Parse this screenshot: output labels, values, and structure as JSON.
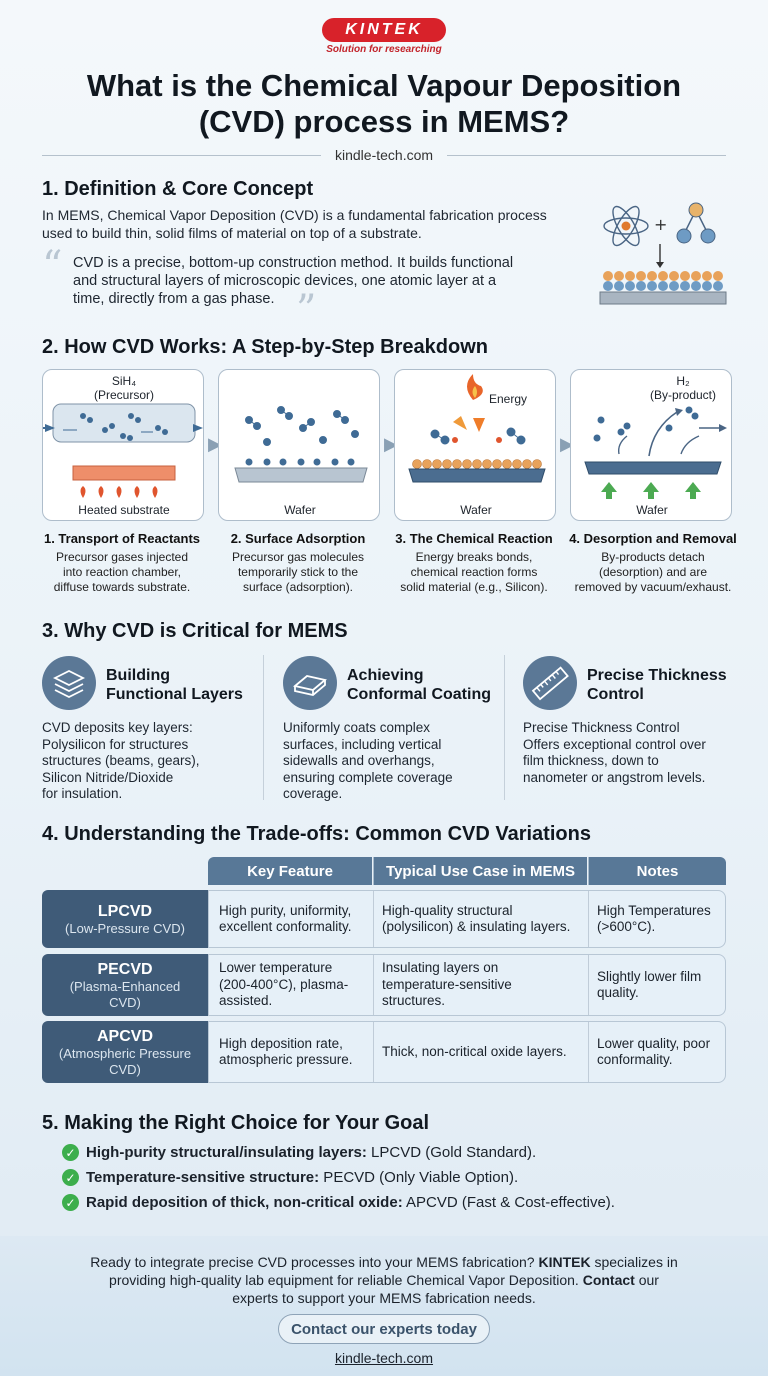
{
  "header": {
    "logo": "KINTEK",
    "tagline": "Solution for researching",
    "title_line1": "What is the Chemical Vapour Deposition",
    "title_line2": "(CVD) process in MEMS?",
    "site": "kindle-tech.com"
  },
  "section1": {
    "heading": "1. Definition & Core Concept",
    "intro_line1": "In MEMS, Chemical Vapor Deposition (CVD) is a fundamental fabrication process",
    "intro_line2": "used to build thin, solid films of material on top of a substrate.",
    "quote_line1": "CVD is a precise, bottom-up construction method. It builds functional",
    "quote_line2": "and structural layers of microscopic devices, one atomic layer at a",
    "quote_line3": "time, directly from a gas phase."
  },
  "section2": {
    "heading": "2. How CVD Works: A Step-by-Step Breakdown",
    "card1": {
      "label_gas": "SiH₄",
      "label_precursor": "(Precursor)",
      "label_bottom": "Heated substrate"
    },
    "card2": {
      "label_bottom": "Wafer"
    },
    "card3": {
      "label_energy": "Energy",
      "label_bottom": "Wafer"
    },
    "card4": {
      "label_gas": "H₂",
      "label_byproduct": "(By-product)",
      "label_bottom": "Wafer"
    },
    "steps": [
      {
        "title": "1. Transport of Reactants",
        "line1": "Precursor gases injected",
        "line2": "into reaction chamber,",
        "line3": "diffuse towards substrate."
      },
      {
        "title": "2. Surface Adsorption",
        "line1": "Precursor gas molecules",
        "line2": "temporarily stick to the",
        "line3": "surface (adsorption)."
      },
      {
        "title": "3. The Chemical Reaction",
        "line1": "Energy breaks bonds,",
        "line2": "chemical reaction forms",
        "line3": "solid material (e.g., Silicon)."
      },
      {
        "title": "4. Desorption and Removal",
        "line1": "By-products detach",
        "line2": "(desorption) and are",
        "line3": "removed by vacuum/exhaust."
      }
    ]
  },
  "section3": {
    "heading": "3. Why CVD is Critical for MEMS",
    "features": [
      {
        "icon": "layers-icon",
        "title1": "Building",
        "title2": "Functional Layers",
        "d1": "CVD deposits key layers:",
        "d2": "Polysilicon for structures",
        "d3": "structures (beams, gears),",
        "d4": "Silicon Nitride/Dioxide",
        "d5": "for insulation."
      },
      {
        "icon": "coating-icon",
        "title1": "Achieving",
        "title2": "Conformal Coating",
        "d1": "Uniformly coats complex",
        "d2": "surfaces, including vertical",
        "d3": "sidewalls and overhangs,",
        "d4": "ensuring complete coverage",
        "d5": "coverage."
      },
      {
        "icon": "ruler-icon",
        "title1": "Precise Thickness",
        "title2": "Control",
        "d1": "Precise Thickness Control",
        "d2": "Offers exceptional control over",
        "d3": "film thickness, down to",
        "d4": "nanometer or angstrom levels.",
        "d5": ""
      }
    ]
  },
  "section4": {
    "heading": "4. Understanding the Trade-offs: Common CVD Variations",
    "columns": [
      "Key Feature",
      "Typical Use Case in MEMS",
      "Notes"
    ],
    "rows": [
      {
        "name": "LPCVD",
        "sub1": "(Low-Pressure CVD)",
        "sub2": "",
        "f1": "High purity, uniformity,",
        "f2": "excellent conformality.",
        "f3": "",
        "u1": "High-quality structural",
        "u2": "(polysilicon) & insulating layers.",
        "u3": "",
        "n1": "High Temperatures",
        "n2": "(>600°C)."
      },
      {
        "name": "PECVD",
        "sub1": "(Plasma-Enhanced",
        "sub2": "CVD)",
        "f1": "Lower temperature",
        "f2": "(200-400°C), plasma-",
        "f3": "assisted.",
        "u1": "Insulating layers on",
        "u2": "temperature-sensitive",
        "u3": "structures.",
        "n1": "Slightly lower film",
        "n2": "quality."
      },
      {
        "name": "APCVD",
        "sub1": "(Atmospheric Pressure",
        "sub2": "CVD)",
        "f1": "High deposition rate,",
        "f2": "atmospheric pressure.",
        "f3": "",
        "u1": "Thick, non-critical oxide layers.",
        "u2": "",
        "u3": "",
        "n1": "Lower quality, poor",
        "n2": "conformality."
      }
    ]
  },
  "section5": {
    "heading": "5. Making the Right Choice for Your Goal",
    "choices": [
      {
        "bold": "High-purity structural/insulating layers:",
        "rest": " LPCVD (Gold Standard)."
      },
      {
        "bold": "Temperature-sensitive structure:",
        "rest": " PECVD (Only Viable Option)."
      },
      {
        "bold": "Rapid deposition of thick, non-critical oxide:",
        "rest": " APCVD (Fast & Cost-effective)."
      }
    ]
  },
  "footer": {
    "l1a": "Ready to integrate precise CVD processes into your MEMS fabrication? ",
    "l1b": "KINTEK",
    "l1c": " specializes in",
    "l2a": "providing high-quality lab equipment for reliable Chemical Vapor Deposition. ",
    "l2b": "Contact",
    "l2c": " our",
    "l3": "experts to support your MEMS fabrication needs.",
    "cta": "Contact our experts today",
    "site": "kindle-tech.com"
  },
  "colors": {
    "brand_red": "#d8222a",
    "slate": "#587897",
    "dark_slate": "#3f5b78",
    "check_green": "#3cae4c"
  }
}
